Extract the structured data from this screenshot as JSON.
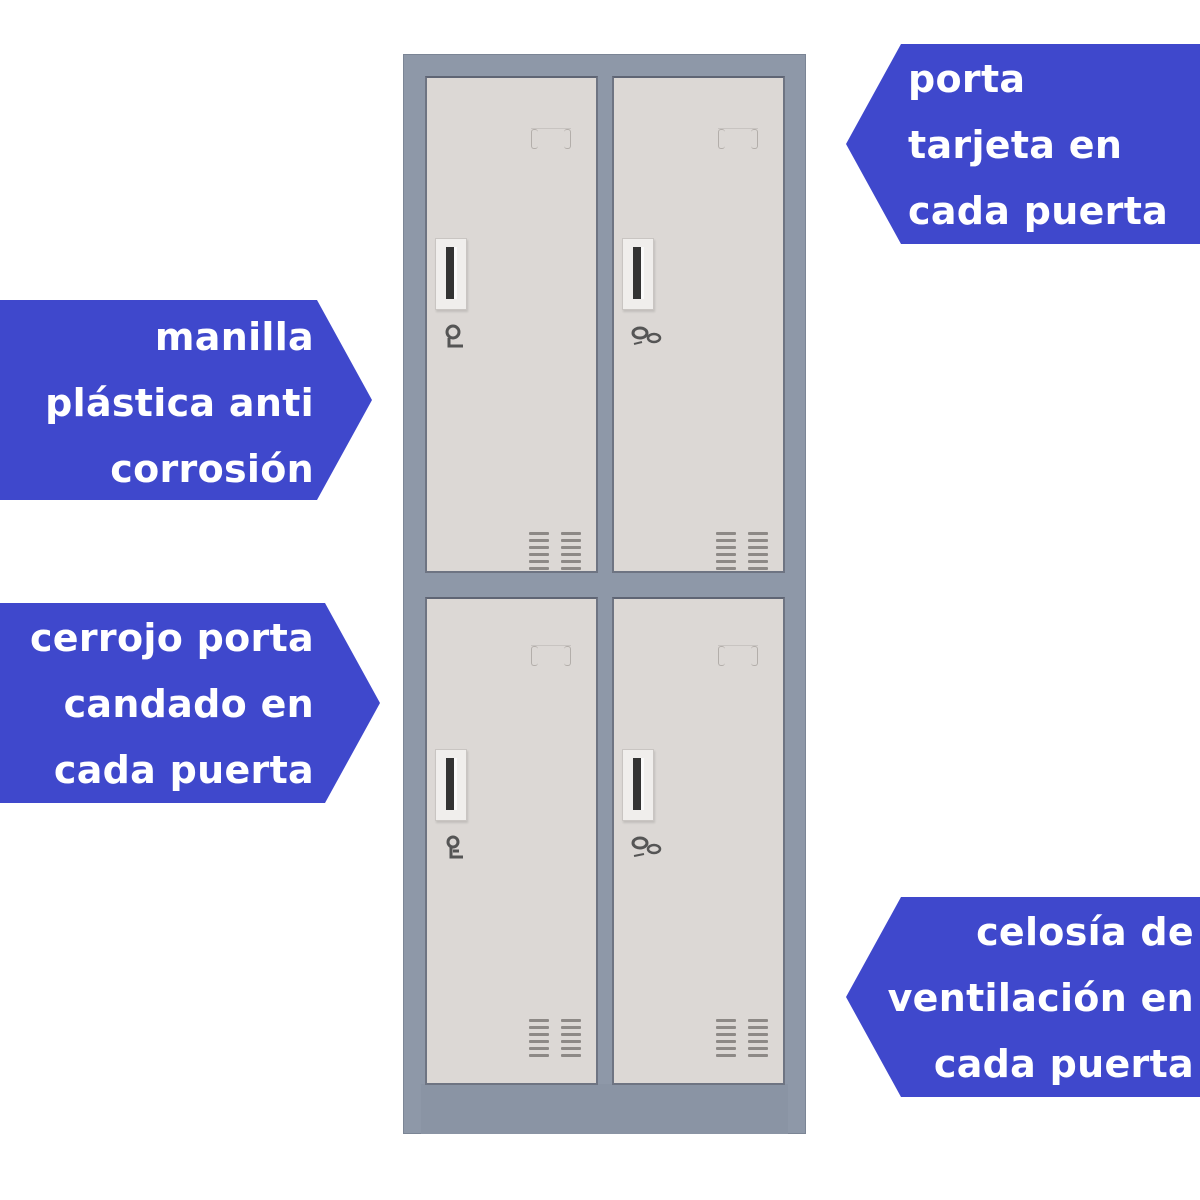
{
  "colors": {
    "label_background": "#3f48cc",
    "label_text": "#ffffff",
    "locker_frame": "#8e98a8",
    "locker_door": "#dcd8d5"
  },
  "product": {
    "name": "4-door metal locker",
    "doors": 4,
    "layout": "2 columns x 2 rows"
  },
  "labels": {
    "card_holder": {
      "lines": [
        "porta",
        "tarjeta en",
        "cada puerta"
      ],
      "pointer": "left"
    },
    "handle": {
      "lines": [
        "manilla",
        "plástica anti",
        "corrosión"
      ],
      "pointer": "right"
    },
    "padlock_latch": {
      "lines": [
        "cerrojo porta",
        "candado en",
        "cada puerta"
      ],
      "pointer": "right"
    },
    "ventilation": {
      "lines": [
        "celosía de",
        "ventilación en",
        "cada puerta"
      ],
      "pointer": "left"
    }
  }
}
